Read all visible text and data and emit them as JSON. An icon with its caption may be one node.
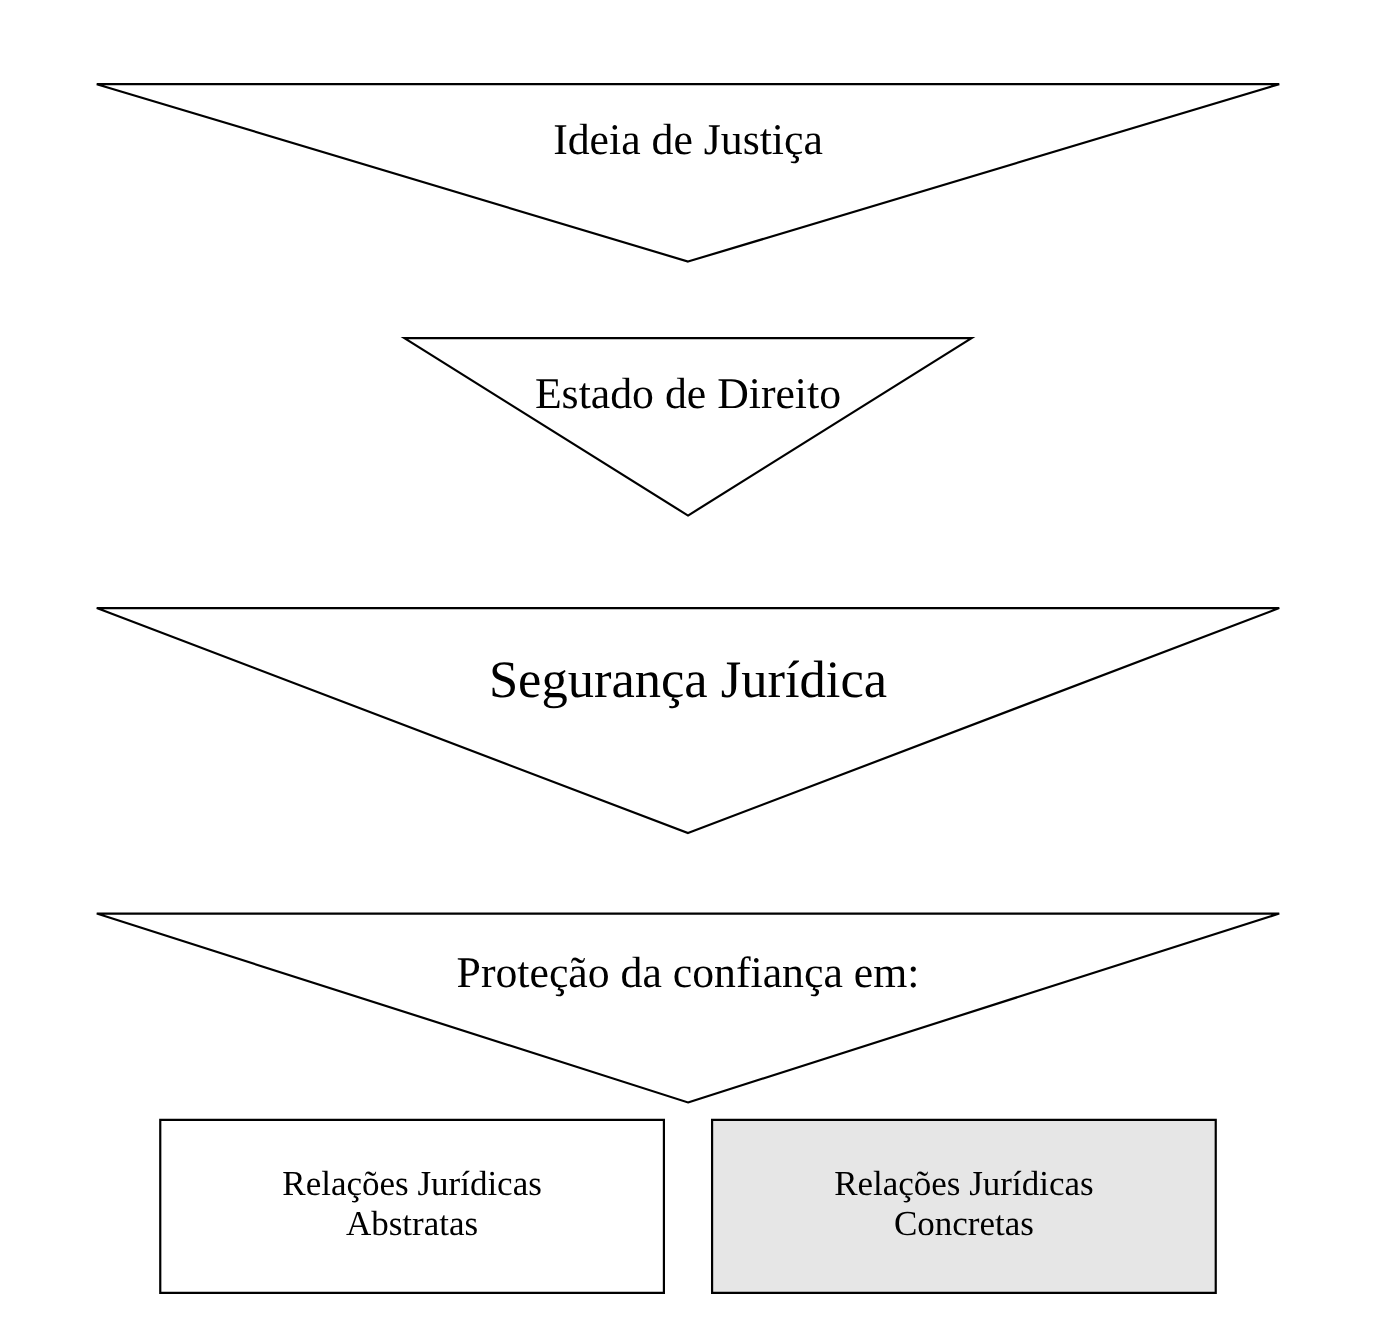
{
  "diagram": {
    "nodes": [
      {
        "text": [
          "Ideia de Justiça"
        ]
      },
      {
        "text": [
          "Estado de Direito"
        ]
      },
      {
        "text": [
          "Segurança Jurídica"
        ]
      },
      {
        "text": [
          "Proteção da confiança em:"
        ]
      },
      {
        "text": [
          "Relações Jurídicas Abstratas"
        ]
      },
      {
        "text": [
          "Relações Jurídicas Concretas"
        ]
      }
    ]
  }
}
